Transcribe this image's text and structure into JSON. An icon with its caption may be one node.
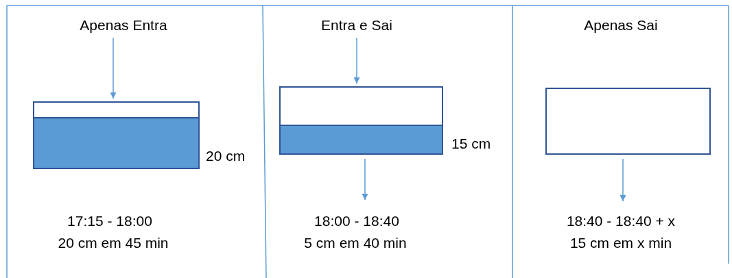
{
  "diagram": {
    "nodes": [
      {
        "text": [
          "Apenas Entra"
        ]
      },
      {
        "text": [],
        "shape": "box",
        "beside": [
          "20 cm"
        ]
      },
      {
        "text": [
          "Entra e Sai"
        ]
      },
      {
        "text": [],
        "shape": "box",
        "beside": [
          "15 cm"
        ]
      },
      {
        "text": [
          "Apenas Sai"
        ]
      },
      {
        "text": [],
        "shape": "box"
      }
    ],
    "edges": [
      {
        "from": 0,
        "to": 1,
        "arrow": "to"
      },
      {
        "from": 2,
        "to": 3,
        "arrow": "to"
      },
      {
        "from": 3,
        "to": null,
        "arrow": "to"
      },
      {
        "from": 5,
        "to": null,
        "arrow": "to"
      }
    ],
    "labels": [
      "17:15 - 18:00",
      "20 cm em 45 min",
      "18:00 - 18:40",
      "5 cm em 40 min",
      "18:40 - 18:40 + x",
      "15 cm em x min"
    ]
  }
}
